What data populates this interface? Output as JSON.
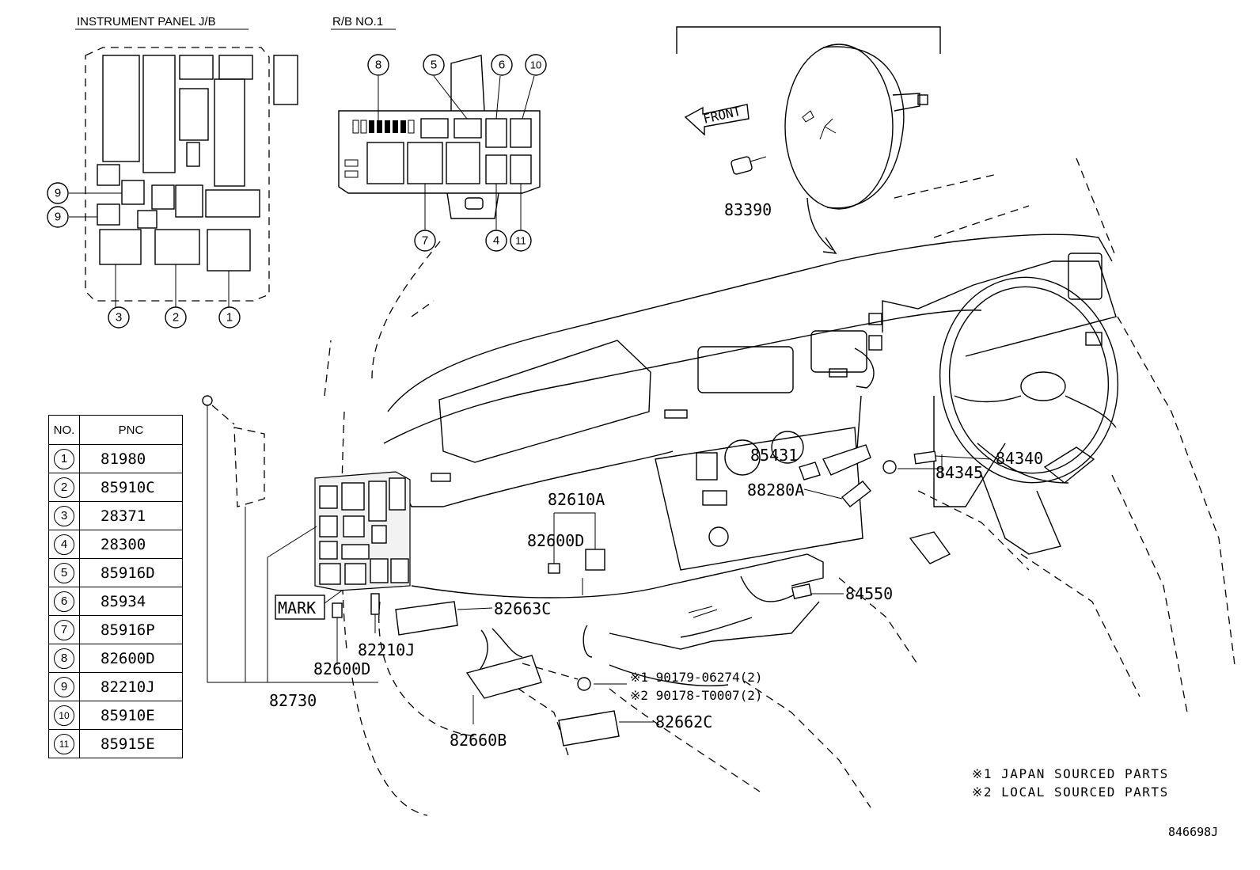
{
  "titles": {
    "jb": "INSTRUMENT PANEL J/B",
    "rb": "R/B NO.1"
  },
  "front_label": "FRONT",
  "mark_label": "MARK",
  "callouts": {
    "c83390": "83390",
    "c85431": "85431",
    "c84340": "84340",
    "c84345": "84345",
    "c88280A": "88280A",
    "c82610A": "82610A",
    "c82600D_a": "82600D",
    "c82663C": "82663C",
    "c84550": "84550",
    "c82210J": "82210J",
    "c82600D_b": "82600D",
    "c82730": "82730",
    "c82660B": "82660B",
    "c82662C": "82662C",
    "bolt1": "※1 90179-06274(2)",
    "bolt2": "※2 90178-T0007(2)"
  },
  "legend": {
    "header_no": "NO.",
    "header_pnc": "PNC",
    "rows": [
      {
        "no": "1",
        "pnc": "81980"
      },
      {
        "no": "2",
        "pnc": "85910C"
      },
      {
        "no": "3",
        "pnc": "28371"
      },
      {
        "no": "4",
        "pnc": "28300"
      },
      {
        "no": "5",
        "pnc": "85916D"
      },
      {
        "no": "6",
        "pnc": "85934"
      },
      {
        "no": "7",
        "pnc": "85916P"
      },
      {
        "no": "8",
        "pnc": "82600D"
      },
      {
        "no": "9",
        "pnc": "82210J"
      },
      {
        "no": "10",
        "pnc": "85910E"
      },
      {
        "no": "11",
        "pnc": "85915E"
      }
    ]
  },
  "notes": [
    "※1 JAPAN SOURCED PARTS",
    "※2 LOCAL SOURCED PARTS"
  ],
  "reference_code": "846698J"
}
